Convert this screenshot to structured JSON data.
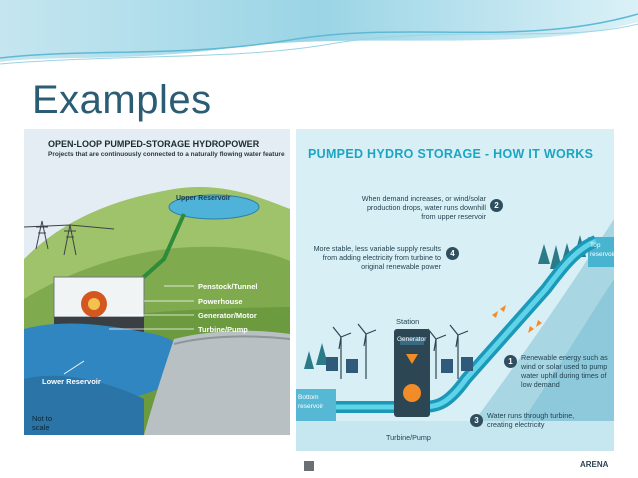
{
  "slide": {
    "title": "Examples"
  },
  "left_figure": {
    "title": "OPEN-LOOP PUMPED-STORAGE HYDROPOWER",
    "subtitle": "Projects that are continuously connected to a naturally flowing water feature",
    "labels": {
      "upper_reservoir": "Upper Reservoir",
      "penstock": "Penstock/Tunnel",
      "powerhouse": "Powerhouse",
      "generator": "Generator/Motor",
      "turbine": "Turbine/Pump",
      "lower_reservoir": "Lower Reservoir",
      "not_to_scale": "Not to scale"
    }
  },
  "right_figure": {
    "title": "PUMPED HYDRO STORAGE - HOW IT WORKS",
    "steps": [
      {
        "num": "1",
        "text": "Renewable energy such as wind or solar used to pump water uphill during times of low demand"
      },
      {
        "num": "2",
        "text": "When demand increases, or wind/solar production drops, water runs downhill from upper reservoir"
      },
      {
        "num": "3",
        "text": "Water runs through turbine, creating electricity"
      },
      {
        "num": "4",
        "text": "More stable, less variable supply results from adding electricity from turbine to original renewable power"
      }
    ],
    "labels": {
      "station": "Station",
      "generator": "Generator",
      "turbine_pump": "Turbine/Pump",
      "top_reservoir": "Top reservoir",
      "bottom_reservoir": "Bottom reservoir"
    },
    "footer": {
      "brand": "ARENA"
    }
  },
  "colors": {
    "title": "#2a5d74",
    "accent": "#2aa9c4"
  }
}
